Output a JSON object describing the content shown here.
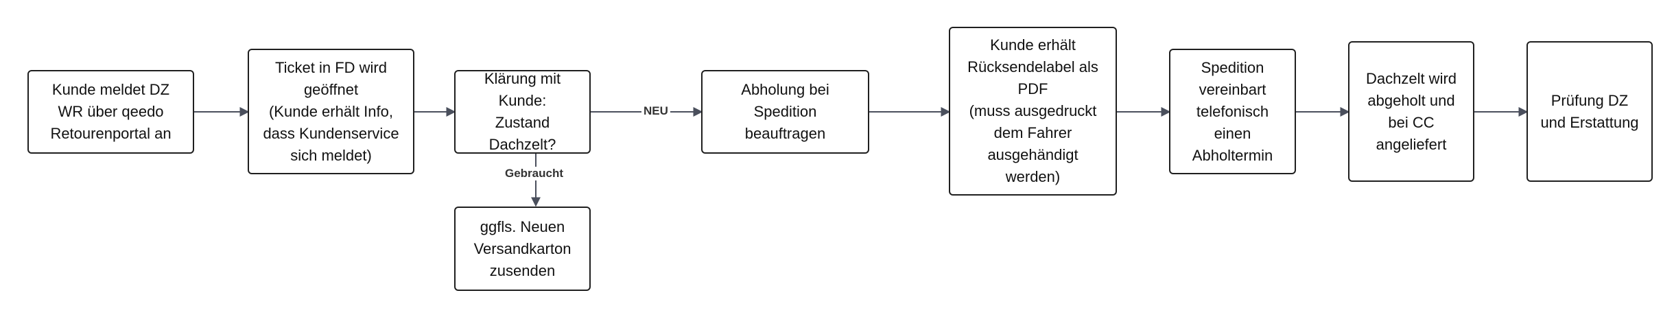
{
  "nodes": {
    "n1": "Kunde meldet DZ\nWR über qeedo\nRetourenportal an",
    "n2": "Ticket  in FD wird\ngeöffnet\n(Kunde erhält Info,\ndass Kundenservice\nsich meldet)",
    "n3": "Klärung mit Kunde:\nZustand Dachzelt?",
    "n4": "Abholung bei\nSpedition\nbeauftragen",
    "n5": "Kunde erhält\nRücksendelabel als\nPDF\n(muss ausgedruckt\ndem Fahrer\nausgehändigt\nwerden)",
    "n6": "Spedition\nvereinbart\ntelefonisch\neinen\nAbholtermin",
    "n7": "Dachzelt wird\nabgeholt und\nbei CC\nangeliefert",
    "n8": "Prüfung DZ\nund Erstattung",
    "n9": "ggfls. Neuen\nVersandkarton\nzusenden"
  },
  "edge_labels": {
    "neu": "NEU",
    "gebraucht": "Gebraucht"
  },
  "colors": {
    "node_border": "#1f1f1f",
    "edge": "#4a4f5c"
  }
}
